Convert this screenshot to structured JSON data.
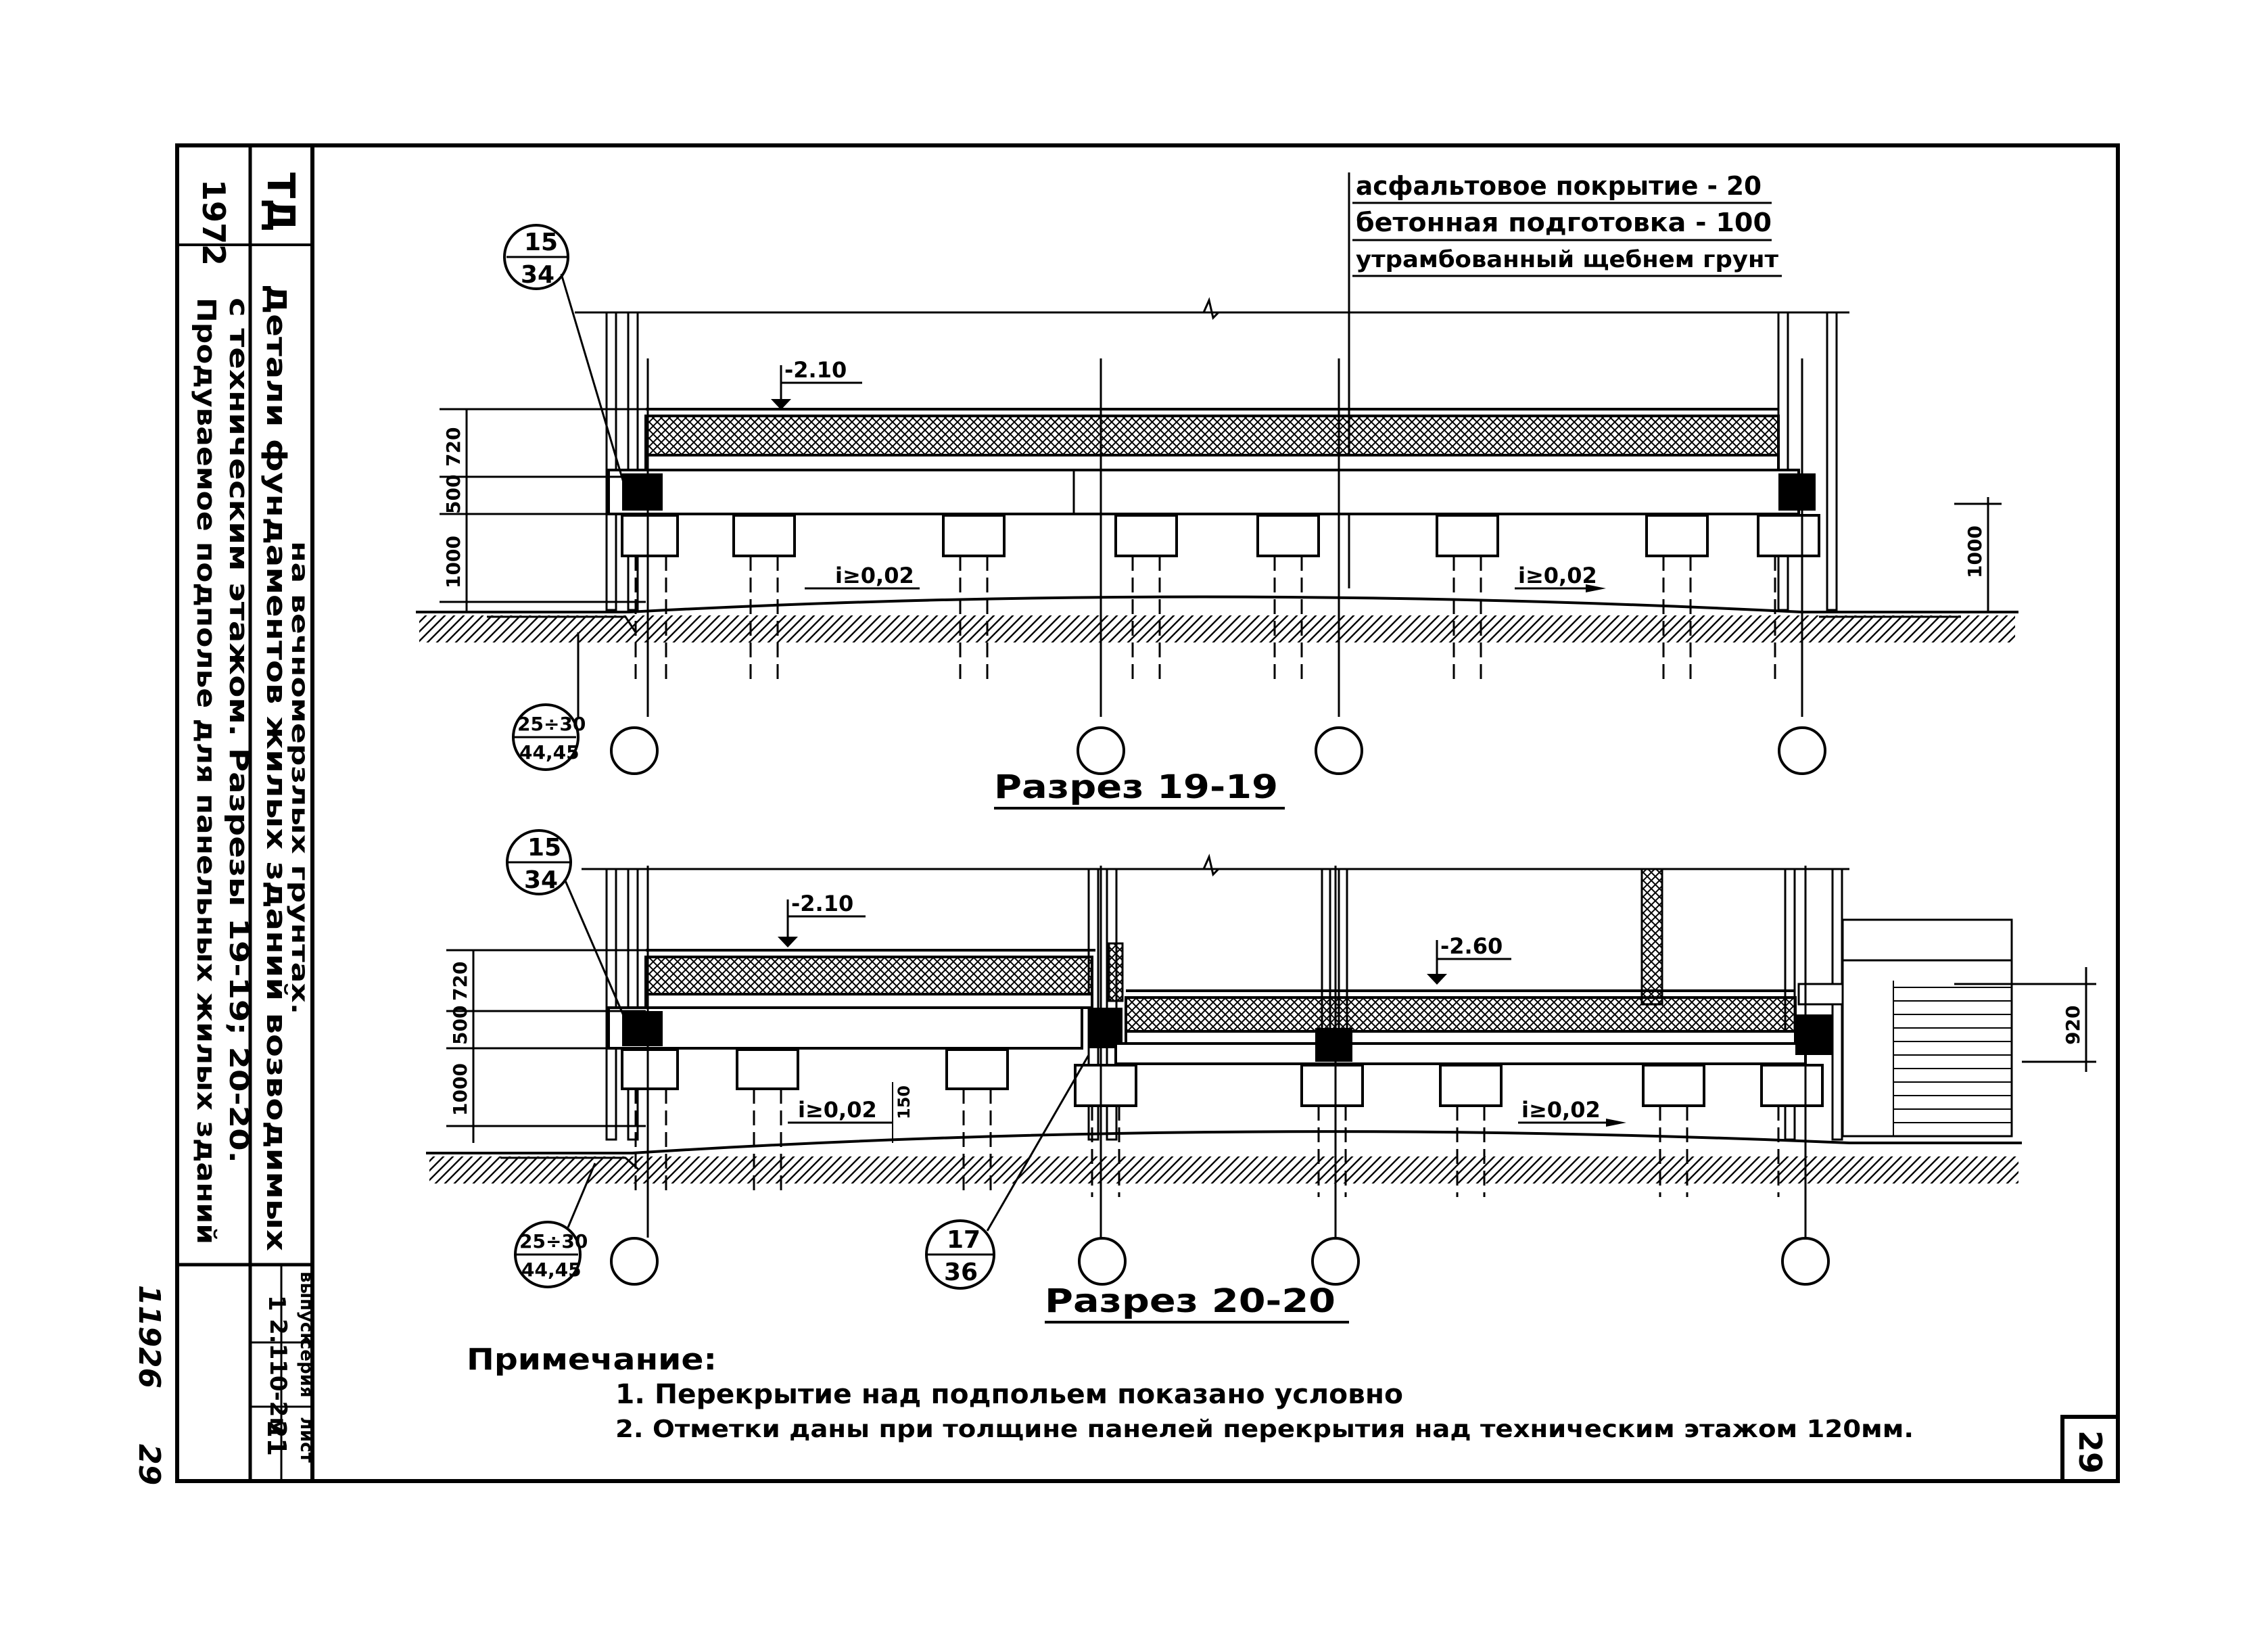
{
  "title_block": {
    "year": "1972",
    "code": "ТД",
    "title_line1": "Детали фундаментов жилых зданий возводимых",
    "title_line2": "на вечномерзлых грунтах.",
    "subtitle_line1": "Продуваемое подполье для панельных жилых зданий",
    "subtitle_line2": "с техническим этажом. Разрезы 19-19; 20-20.",
    "series_label": "серия",
    "series_value": "2.110-2м",
    "issue_label": "выпуск",
    "issue_value": "1",
    "sheet_label": "лист",
    "sheet_value": "21",
    "inventory_number": "11926",
    "inventory_page": "29",
    "page_badge": "29"
  },
  "layers": [
    "асфальтовое покрытие - 20",
    "бетонная подготовка - 100",
    "утрамбованный щебнем грунт"
  ],
  "section1": {
    "caption": "Разрез 19-19",
    "level": "-2.10",
    "slope_left": "i≥0,02",
    "slope_right": "i≥0,02",
    "dim_720": "720",
    "dim_500": "500",
    "dim_1000_left": "1000",
    "dim_1000_right": "1000",
    "ref_top_num": "15",
    "ref_top_den": "34",
    "ref_bottom_num": "25÷30",
    "ref_bottom_den": "44,45"
  },
  "section2": {
    "caption": "Разрез 20-20",
    "level_left": "-2.10",
    "level_right": "-2.60",
    "slope_left": "i≥0,02",
    "slope_right": "i≥0,02",
    "dim_150": "150",
    "dim_720": "720",
    "dim_500": "500",
    "dim_1000": "1000",
    "dim_920": "920",
    "ref_top_num": "15",
    "ref_top_den": "34",
    "ref_mid_num": "17",
    "ref_mid_den": "36",
    "ref_bottom_num": "25÷30",
    "ref_bottom_den": "44,45"
  },
  "notes": {
    "heading": "Примечание:",
    "items": [
      "1. Перекрытие над подпольем показано условно",
      "2. Отметки даны при толщине панелей перекрытия над техническим этажом 120мм."
    ]
  }
}
